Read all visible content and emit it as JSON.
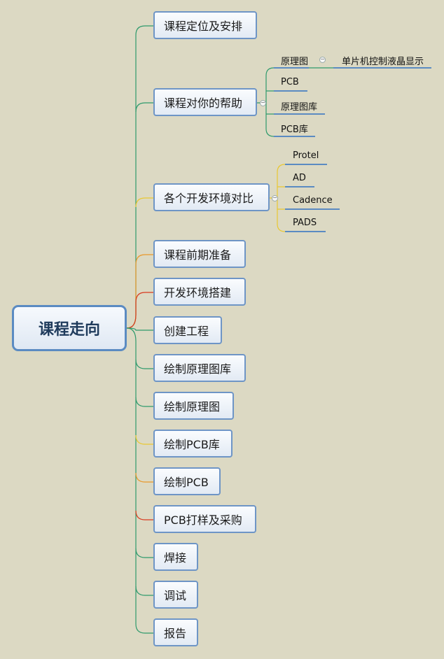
{
  "root": {
    "label": "课程走向"
  },
  "branches": [
    {
      "label": "课程定位及安排"
    },
    {
      "label": "课程对你的帮助",
      "children": [
        {
          "label": "原理图",
          "children": [
            {
              "label": "单片机控制液晶显示"
            }
          ]
        },
        {
          "label": "PCB"
        },
        {
          "label": "原理图库"
        },
        {
          "label": "PCB库"
        }
      ]
    },
    {
      "label": "各个开发环境对比",
      "children": [
        {
          "label": "Protel"
        },
        {
          "label": "AD"
        },
        {
          "label": "Cadence"
        },
        {
          "label": "PADS"
        }
      ]
    },
    {
      "label": "课程前期准备"
    },
    {
      "label": "开发环境搭建"
    },
    {
      "label": "创建工程"
    },
    {
      "label": "绘制原理图库"
    },
    {
      "label": "绘制原理图"
    },
    {
      "label": "绘制PCB库"
    },
    {
      "label": "绘制PCB"
    },
    {
      "label": "PCB打样及采购"
    },
    {
      "label": "焊接"
    },
    {
      "label": "调试"
    },
    {
      "label": "报告"
    }
  ],
  "colors": {
    "background": "#dcd9c3",
    "node_border": "#6e95c6",
    "underline": "#5b8bc2",
    "line_green": "#2e9a6c",
    "line_yellow": "#e8c832",
    "line_orange": "#e8982a",
    "line_red": "#d83a1e"
  },
  "collapse_symbol": "−"
}
